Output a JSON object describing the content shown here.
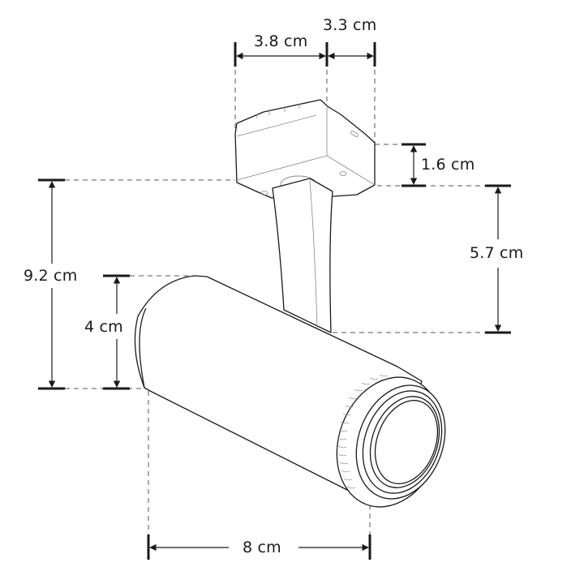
{
  "diagram": {
    "subject": "track spotlight fixture with adapter, stem and cylindrical head",
    "line_color": "#1a1a1a",
    "dashed_color": "#555555",
    "background": "#ffffff"
  },
  "dimensions": {
    "adapter_length": {
      "label": "3.8 cm",
      "value": 3.8,
      "unit": "cm"
    },
    "adapter_width": {
      "label": "3.3 cm",
      "value": 3.3,
      "unit": "cm"
    },
    "adapter_height": {
      "label": "1.6 cm",
      "value": 1.6,
      "unit": "cm"
    },
    "stem_height": {
      "label": "5.7 cm",
      "value": 5.7,
      "unit": "cm"
    },
    "total_height": {
      "label": "9.2 cm",
      "value": 9.2,
      "unit": "cm"
    },
    "head_diameter": {
      "label": "4 cm",
      "value": 4,
      "unit": "cm"
    },
    "head_length": {
      "label": "8 cm",
      "value": 8,
      "unit": "cm"
    }
  }
}
